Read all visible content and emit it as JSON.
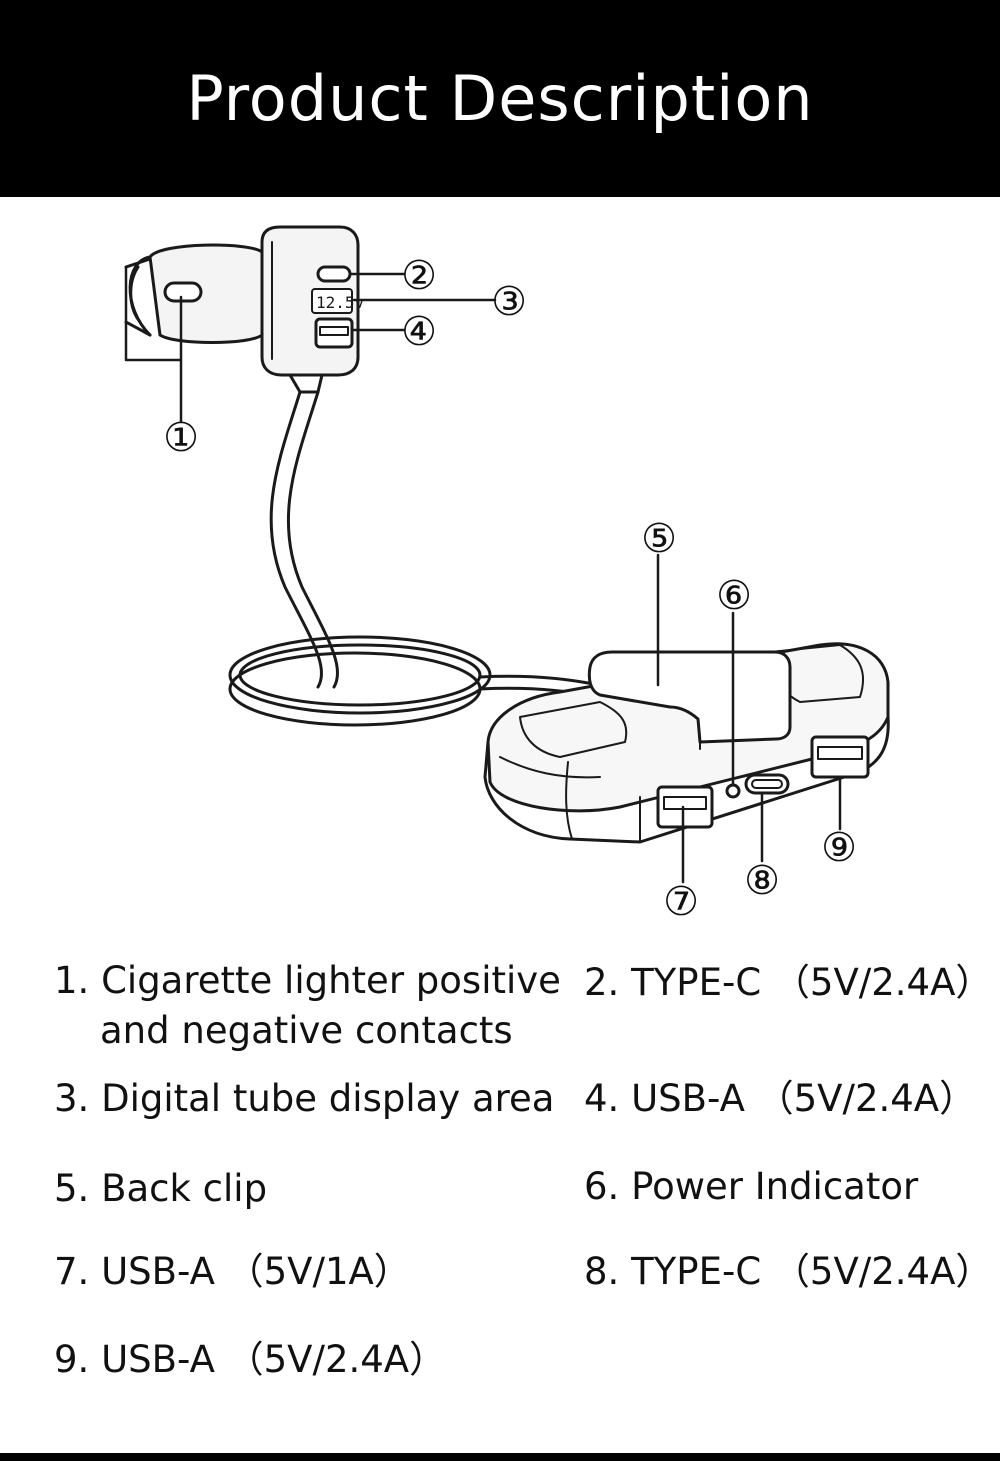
{
  "header": {
    "title": "Product Description"
  },
  "diagram": {
    "display_reading": "12.5v",
    "callouts": [
      "①",
      "②",
      "③",
      "④",
      "⑤",
      "⑥",
      "⑦",
      "⑧",
      "⑨"
    ]
  },
  "legend": {
    "items": [
      {
        "number": "1.",
        "text": "Cigarette lighter positive",
        "text2": "and negative contacts"
      },
      {
        "number": "2.",
        "text": "TYPE-C （5V/2.4A）"
      },
      {
        "number": "3.",
        "text": "Digital tube display area"
      },
      {
        "number": "4.",
        "text": "USB-A （5V/2.4A）"
      },
      {
        "number": "5.",
        "text": "Back clip"
      },
      {
        "number": "6.",
        "text": "Power Indicator"
      },
      {
        "number": "7.",
        "text": "USB-A （5V/1A）"
      },
      {
        "number": "8.",
        "text": "TYPE-C （5V/2.4A）"
      },
      {
        "number": "9.",
        "text": "USB-A （5V/2.4A）"
      }
    ]
  }
}
